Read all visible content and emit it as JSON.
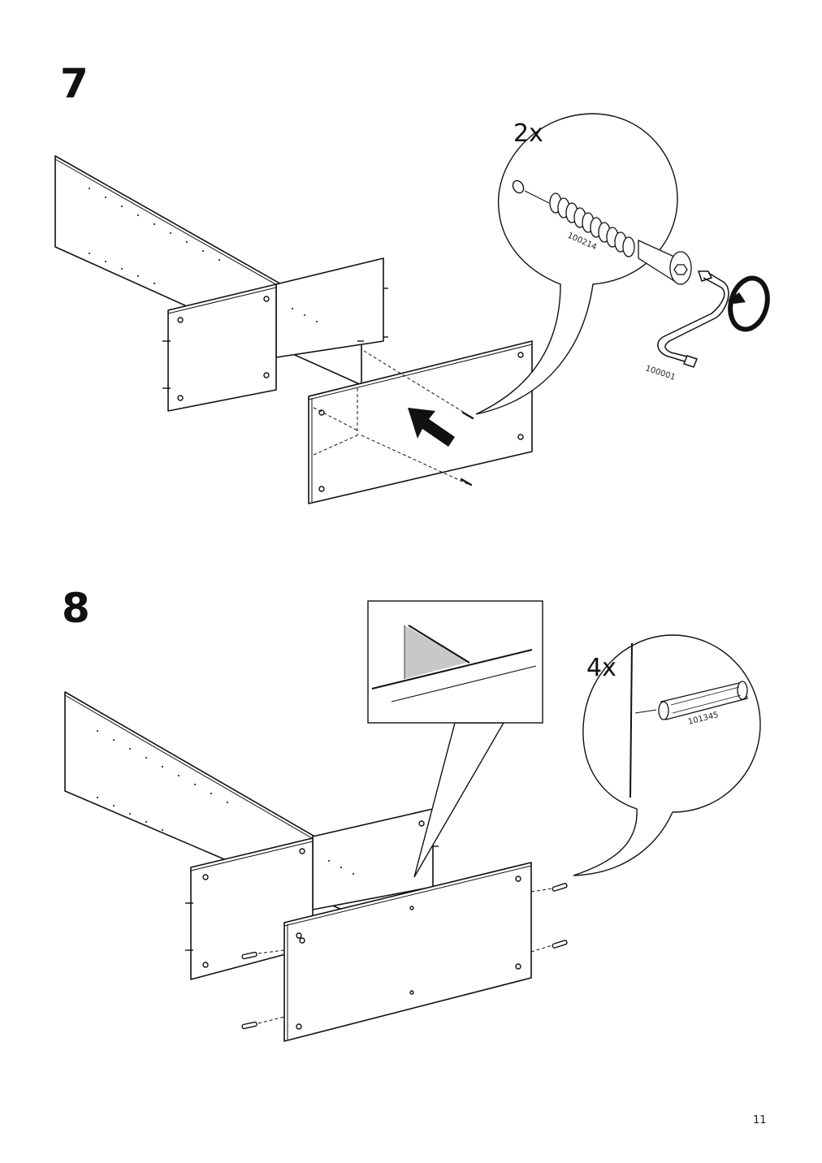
{
  "steps": [
    {
      "number": "7",
      "callout_quantity": "2x",
      "part_ids": [
        "100214",
        "100001"
      ]
    },
    {
      "number": "8",
      "callout_quantity": "4x",
      "part_ids": [
        "101345"
      ]
    }
  ],
  "page_number": "11"
}
